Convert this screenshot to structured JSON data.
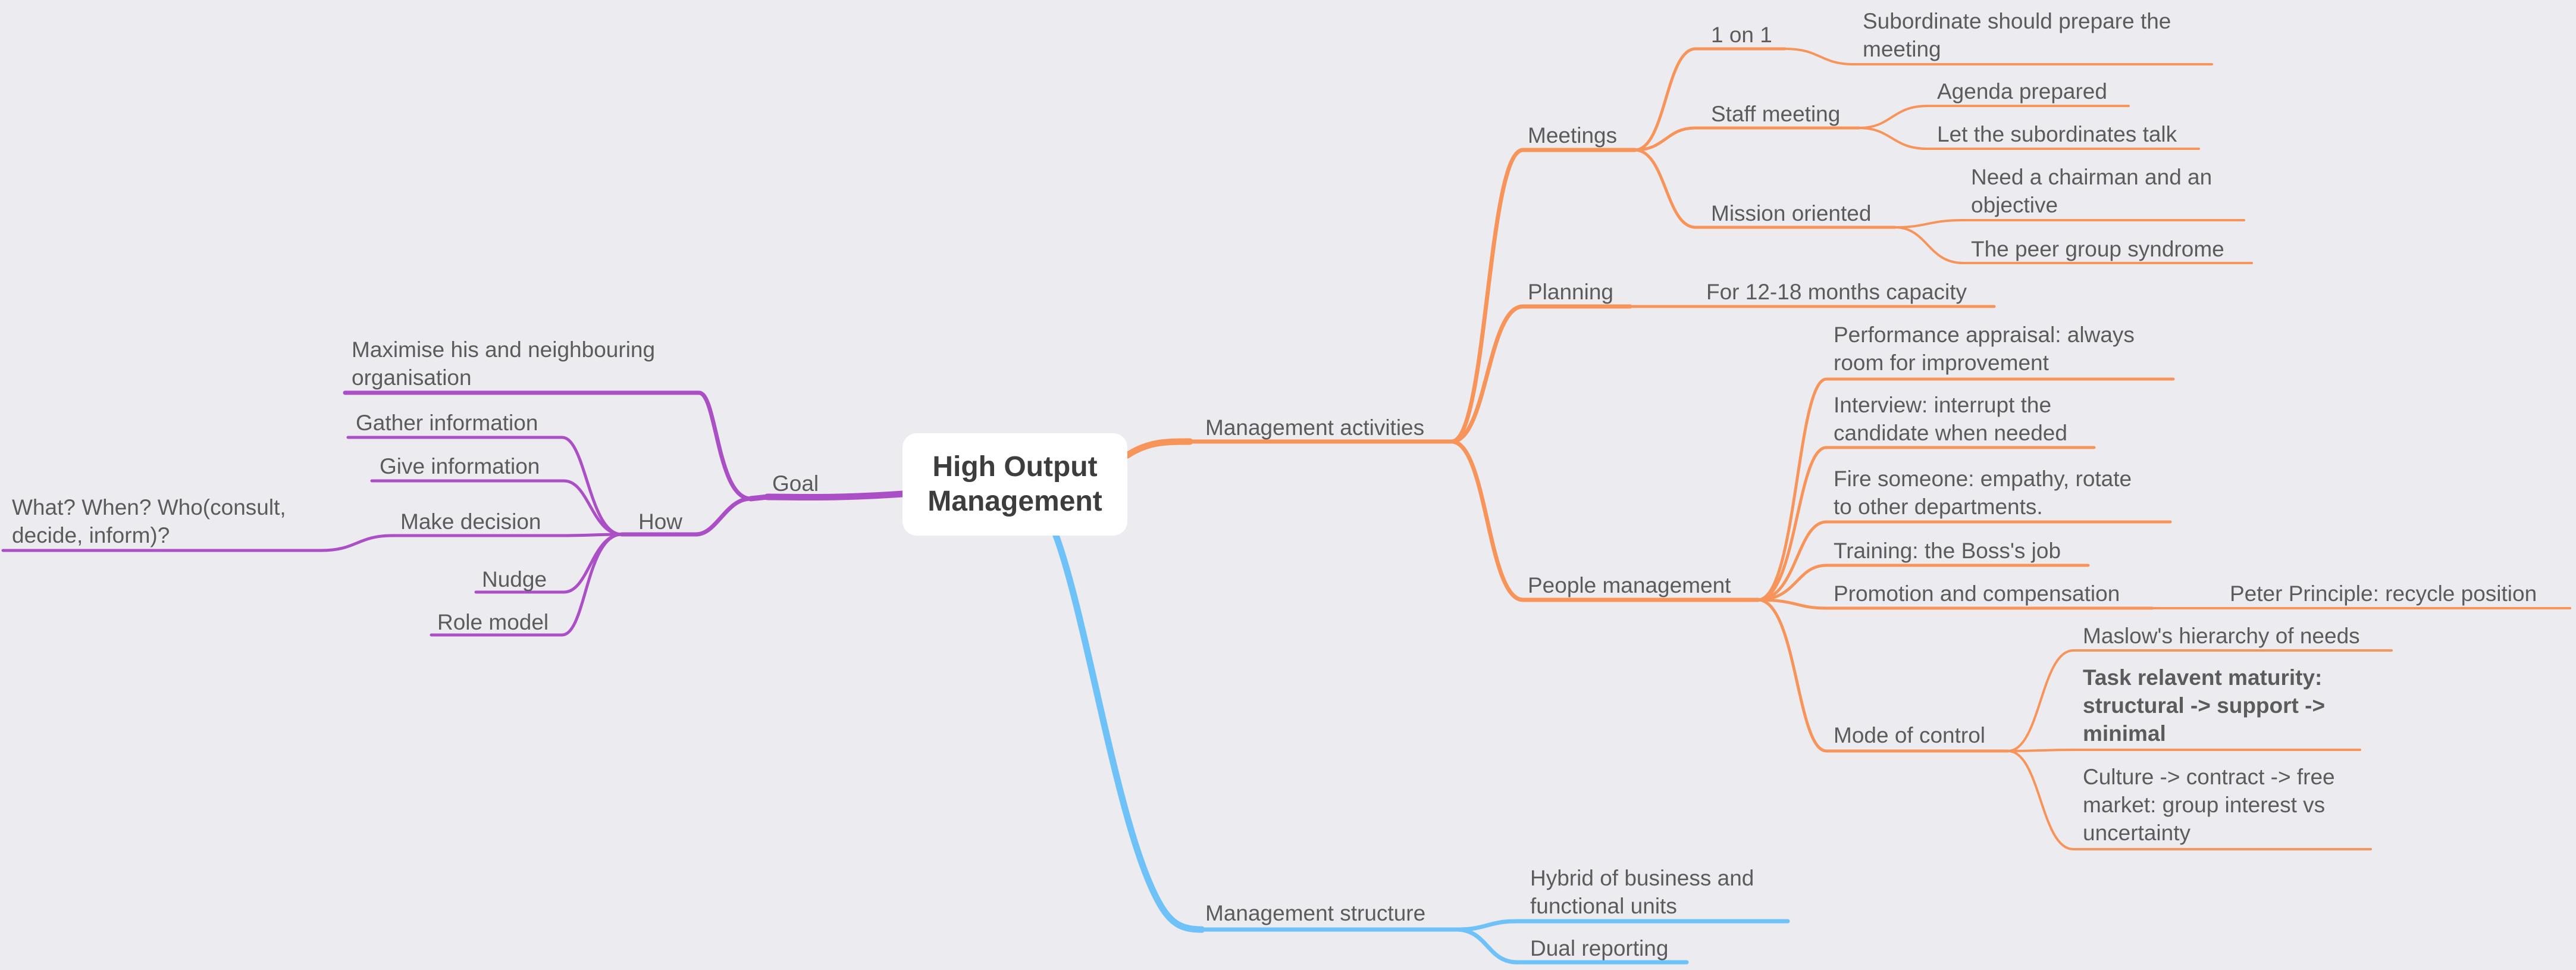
{
  "root": {
    "title": "High Output\nManagement"
  },
  "colors": {
    "background": "#ecebf0",
    "orange": "#f7945a",
    "purple": "#ab4fc6",
    "blue": "#6ec2f7",
    "text": "#5b5b5b"
  },
  "goal": {
    "label": "Goal",
    "maximise": "Maximise his and neighbouring\norganisation",
    "how": {
      "label": "How",
      "gather": "Gather information",
      "give": "Give information",
      "decide": "Make decision",
      "decide_detail": "What? When? Who(consult,\ndecide, inform)?",
      "nudge": "Nudge",
      "role_model": "Role model"
    }
  },
  "activities": {
    "label": "Management activities",
    "meetings": {
      "label": "Meetings",
      "one_on_one": "1 on 1",
      "one_on_one_detail": "Subordinate should prepare the\nmeeting",
      "staff": "Staff meeting",
      "agenda": "Agenda prepared",
      "talk": "Let the subordinates talk",
      "mission": "Mission oriented",
      "chairman": "Need a chairman and an\nobjective",
      "peer": "The peer group syndrome"
    },
    "planning": {
      "label": "Planning",
      "capacity": "For 12-18 months capacity"
    },
    "people": {
      "label": "People management",
      "appraisal": "Performance appraisal: always\nroom for improvement",
      "interview": "Interview: interrupt the\ncandidate when needed",
      "fire": "Fire someone: empathy, rotate\nto other departments.",
      "training": "Training: the Boss's job",
      "promotion": "Promotion and compensation",
      "peter": "Peter Principle: recycle position",
      "control": {
        "label": "Mode of control",
        "maslow": "Maslow's hierarchy of needs",
        "maturity": "Task relavent maturity:\nstructural -> support ->\nminimal",
        "culture": "Culture -> contract -> free\nmarket: group interest vs\nuncertainty"
      }
    }
  },
  "structure": {
    "label": "Management structure",
    "hybrid": "Hybrid of business and\nfunctional units",
    "dual": "Dual reporting"
  }
}
